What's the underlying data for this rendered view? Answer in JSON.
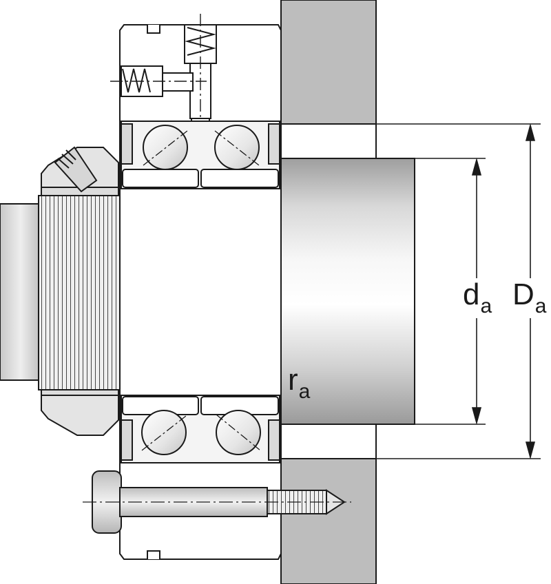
{
  "labels": {
    "d_a": {
      "main": "d",
      "sub": "a"
    },
    "D_a": {
      "main": "D",
      "sub": "a"
    },
    "r_a": {
      "main": "r",
      "sub": "a"
    }
  },
  "colors": {
    "outline": "#1a1a1a",
    "housing_fill": "#bdbdbd",
    "metal_light": "#f4f4f4",
    "metal_dark": "#a9a9a9",
    "background": "#ffffff"
  }
}
